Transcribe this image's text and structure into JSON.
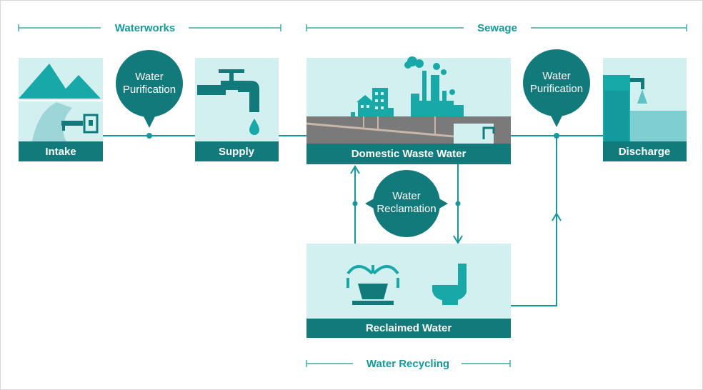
{
  "headings": {
    "waterworks": "Waterworks",
    "sewage": "Sewage",
    "water_recycling": "Water Recycling"
  },
  "nodes": {
    "intake": "Intake",
    "supply": "Supply",
    "domestic": "Domestic Waste Water",
    "discharge": "Discharge",
    "reclaimed": "Reclaimed Water"
  },
  "bubbles": {
    "purification_1": {
      "line1": "Water",
      "line2": "Purification"
    },
    "purification_2": {
      "line1": "Water",
      "line2": "Purification"
    },
    "reclamation": {
      "line1": "Water",
      "line2": "Reclamation"
    }
  },
  "colors": {
    "dark_teal": "#137a7c",
    "teal": "#18a8a8",
    "light_panel": "#d3f0f1",
    "line": "#129a9c"
  }
}
